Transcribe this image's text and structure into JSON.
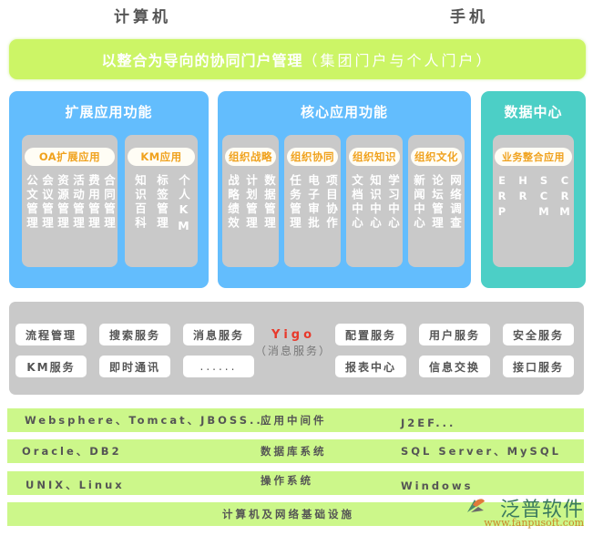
{
  "devices": {
    "computer": "计算机",
    "mobile": "手机"
  },
  "banner": {
    "main": "以整合为导向的协同门户管理",
    "sub": "（集团门户与个人门户）"
  },
  "panels": {
    "extended": {
      "title": "扩展应用功能",
      "cards": [
        {
          "label": "OA扩展应用",
          "items": [
            "公文管理",
            "会议管理",
            "资源管理",
            "活动管理",
            "费用管理",
            "合同管理"
          ]
        },
        {
          "label": "KM应用",
          "items": [
            "知识百科",
            "标签管理",
            "个人KM"
          ]
        }
      ]
    },
    "core": {
      "title": "核心应用功能",
      "cards": [
        {
          "label": "组织战略",
          "items": [
            "战略绩效",
            "计划管理",
            "数据管理"
          ]
        },
        {
          "label": "组织协同",
          "items": [
            "任务管理",
            "电子审批",
            "项目协作"
          ]
        },
        {
          "label": "组织知识",
          "items": [
            "文档中心",
            "知识中心",
            "学习中心"
          ]
        },
        {
          "label": "组织文化",
          "items": [
            "新闻中心",
            "论坛管理",
            "网络调查"
          ]
        }
      ]
    },
    "data_center": {
      "title": "数据中心",
      "cards": [
        {
          "label": "业务整合应用",
          "items": [
            "ERP",
            "HR",
            "SCM",
            "CRM"
          ]
        }
      ]
    }
  },
  "services": {
    "left": [
      [
        "流程管理",
        "搜索服务",
        "消息服务"
      ],
      [
        "KM服务",
        "即时通讯",
        "......"
      ]
    ],
    "center": {
      "name": "Yigo",
      "sub": "（消息服务）"
    },
    "right": [
      [
        "配置服务",
        "用户服务",
        "安全服务"
      ],
      [
        "报表中心",
        "信息交换",
        "接口服务"
      ]
    ]
  },
  "layers": [
    {
      "left": "Websphere、Tomcat、JBOSS...",
      "middle": "应用中间件",
      "right": "J2EF..."
    },
    {
      "left": "Oracle、DB2",
      "middle": "数据库系统",
      "right": "SQL Server、MySQL"
    },
    {
      "left": "UNIX、Linux",
      "middle": "操作系统",
      "right": "Windows"
    },
    {
      "left": "",
      "middle": "计算机及网络基础设施",
      "right": ""
    }
  ],
  "watermark": {
    "brand": "泛普软件",
    "url": "www.fanpusoft.com"
  },
  "colors": {
    "banner_green": "#ccf566",
    "panel_blue": "#63bdfd",
    "panel_teal": "#4ccfc6",
    "card_gray": "#c9c9c9",
    "pill_text_orange": "#f0a21e",
    "yigo_red": "#e8392b",
    "layer_green": "#ccf78a"
  }
}
